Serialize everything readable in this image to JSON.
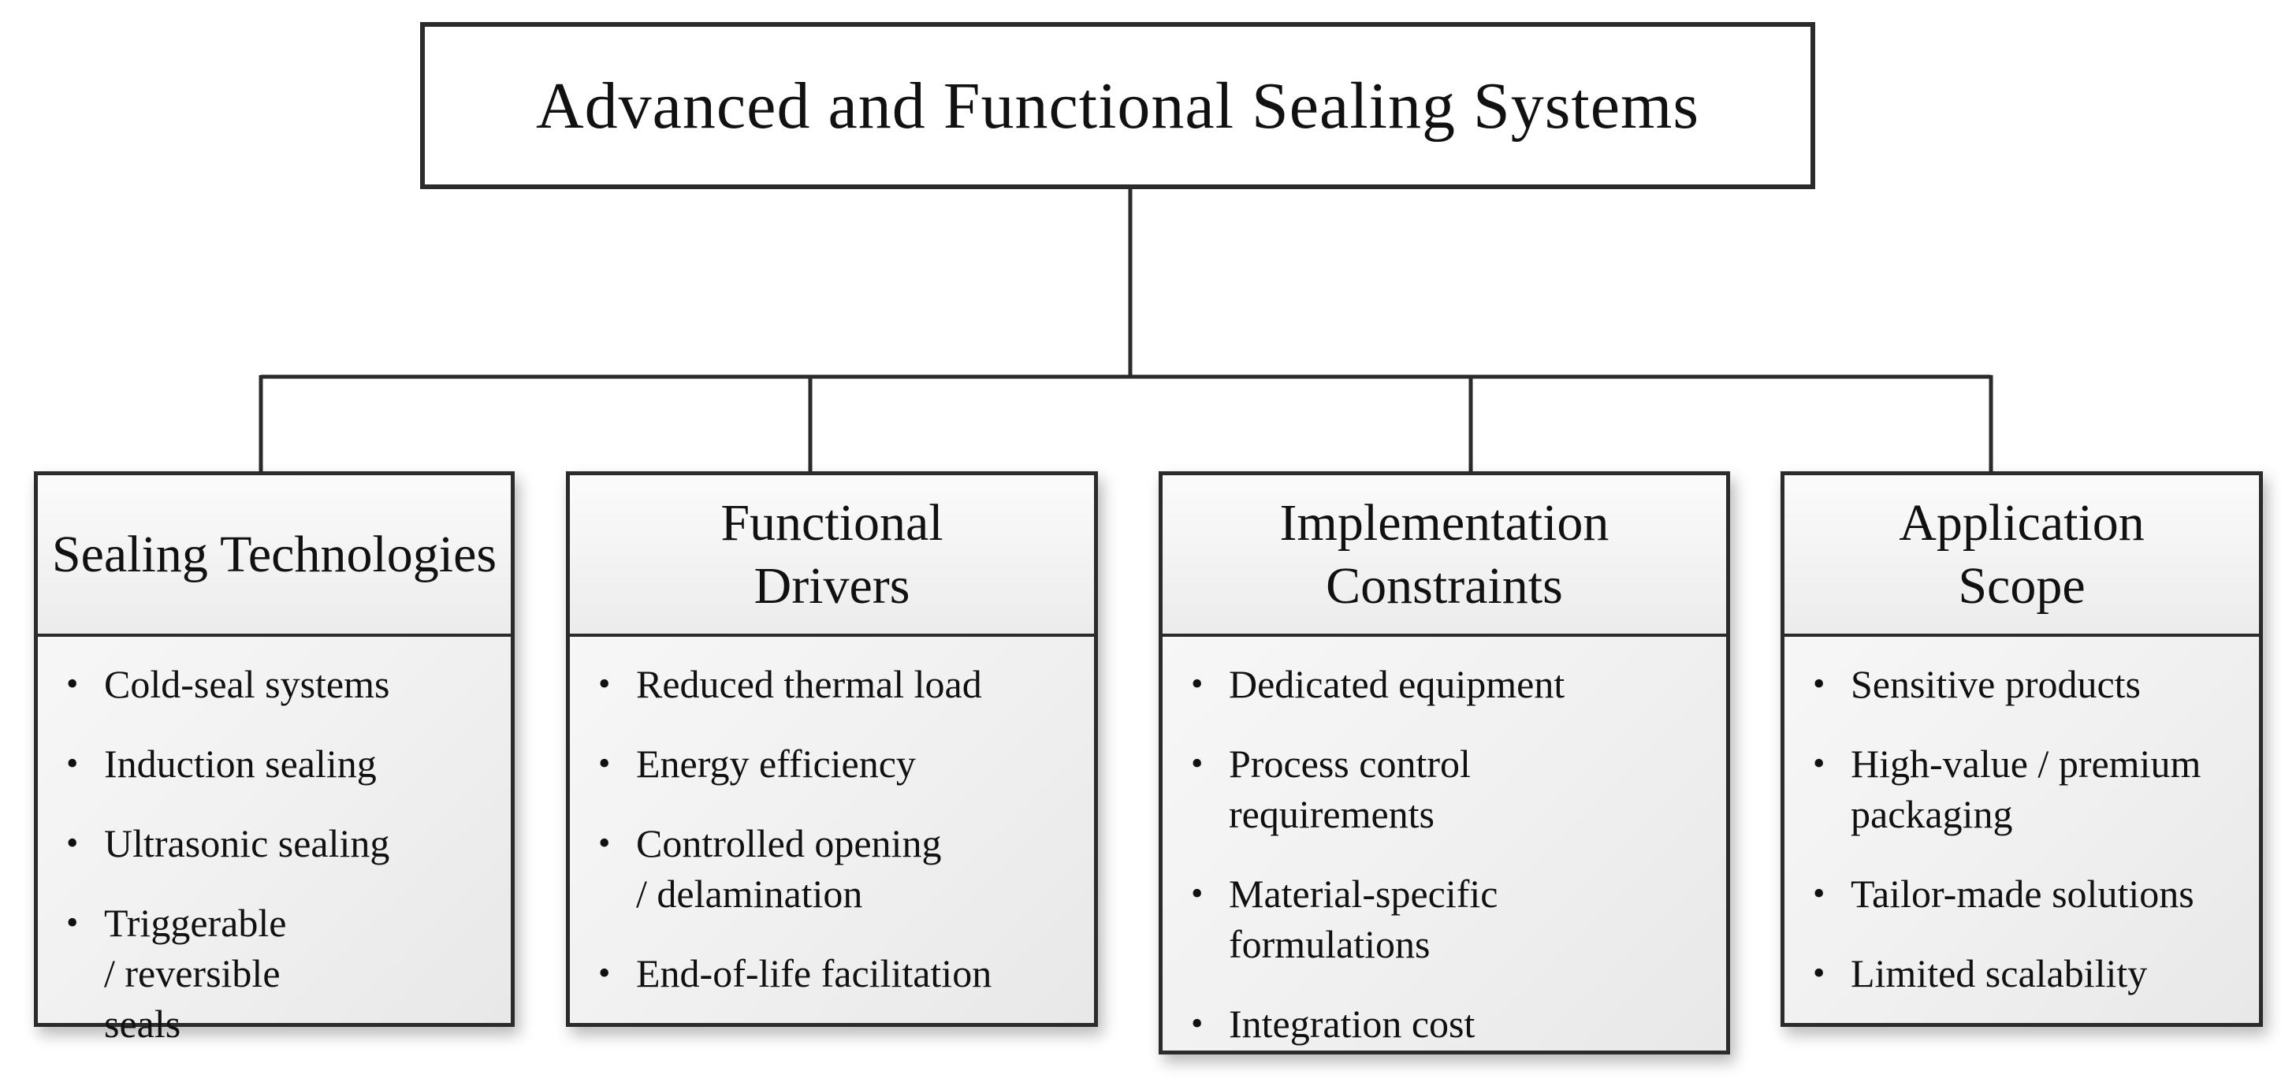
{
  "title": "Advanced and Functional Sealing Systems",
  "categories": [
    {
      "title": "Sealing Technologies",
      "items": [
        "Cold-seal systems",
        "Induction sealing",
        "Ultrasonic sealing",
        "Triggerable / reversible seals"
      ]
    },
    {
      "title": "Functional Drivers",
      "items": [
        "Reduced thermal load",
        "Energy efficiency",
        "Controlled opening / delamination",
        "End-of-life facilitation"
      ]
    },
    {
      "title": "Implementation Constraints",
      "items": [
        "Dedicated equipment",
        "Process control requirements",
        "Material-specific formulations",
        "Integration cost"
      ]
    },
    {
      "title": "Application Scope",
      "items": [
        "Sensitive products",
        "High-value / premium packaging",
        "Tailor-made solutions",
        "Limited scalability"
      ]
    }
  ],
  "colors": {
    "border": "#2b2b2b",
    "box_fill": "#f1f1f1",
    "text": "#111111"
  }
}
